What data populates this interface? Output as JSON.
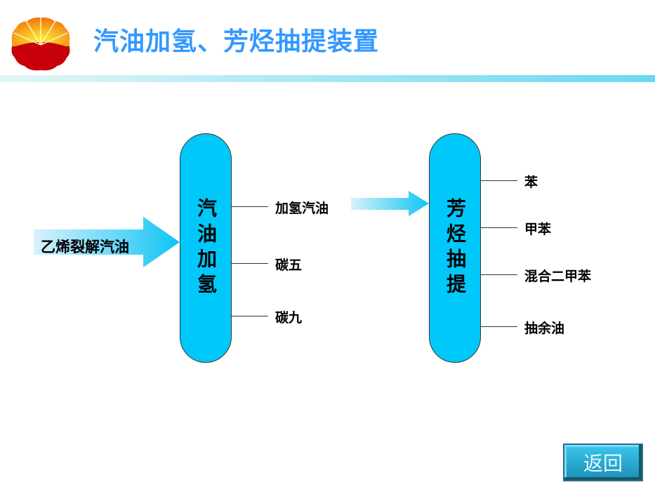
{
  "header": {
    "title": "汽油加氢、芳烃抽提装置",
    "logo": "petrochina-logo"
  },
  "diagram": {
    "input_label": "乙烯裂解汽油",
    "unit1": {
      "name": "汽油加氢",
      "outputs": [
        "加氢汽油",
        "碳五",
        "碳九"
      ]
    },
    "unit2": {
      "name": "芳烃抽提",
      "outputs": [
        "苯",
        "甲苯",
        "混合二甲苯",
        "抽余油"
      ]
    }
  },
  "nav": {
    "back_label": "返回"
  },
  "colors": {
    "title": "#3399ff",
    "vessel": "#00c8fa"
  }
}
